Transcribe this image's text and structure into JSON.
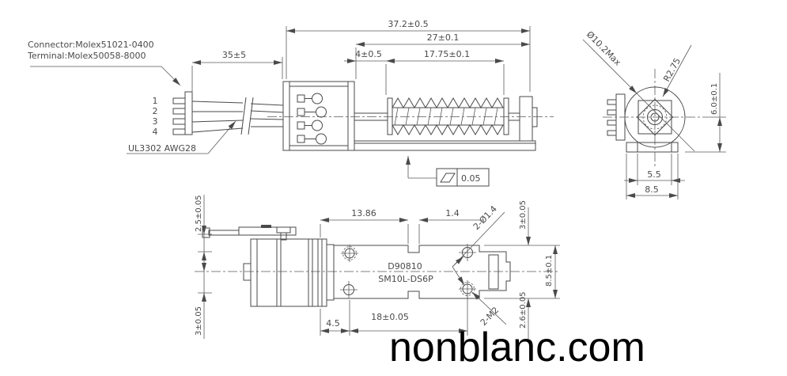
{
  "watermark": "nonblanc.com",
  "notes": {
    "connector": "Connector:Molex51021-0400",
    "terminal": "Terminal:Molex50058-8000",
    "wire_spec": "UL3302 AWG28",
    "model_line1": "D90810",
    "model_line2": "SM10L-DS6P"
  },
  "pin_numbers": [
    "1",
    "2",
    "3",
    "4"
  ],
  "flatness": {
    "value": "0.05"
  },
  "dimensions": {
    "side_view": {
      "wire_length": "35±5",
      "overall_length": "37.2±0.5",
      "shaft_assembly": "27±0.1",
      "worm_offset": "4±0.5",
      "worm_length": "17.75±0.1"
    },
    "end_view": {
      "body_diameter": "Ø10.2Max",
      "corner_radius": "R2.75",
      "shaft_height": "6.0±0.1",
      "base_inner_width": "5.5",
      "base_outer_width": "8.5"
    },
    "bottom_view": {
      "plate_offset": "2.5±0.05",
      "center_hole_offset": "3±0.05",
      "body_length": "13.86",
      "slot_width": "1.4",
      "through_holes": "2-Ø1.4",
      "edge_offset": "3±0.05",
      "bracket_width": "8.5±0.1",
      "tapped_holes": "2-M2",
      "bottom_offset": "2.6±0.05",
      "hole_lead": "4.5",
      "hole_pitch": "18±0.05"
    }
  }
}
